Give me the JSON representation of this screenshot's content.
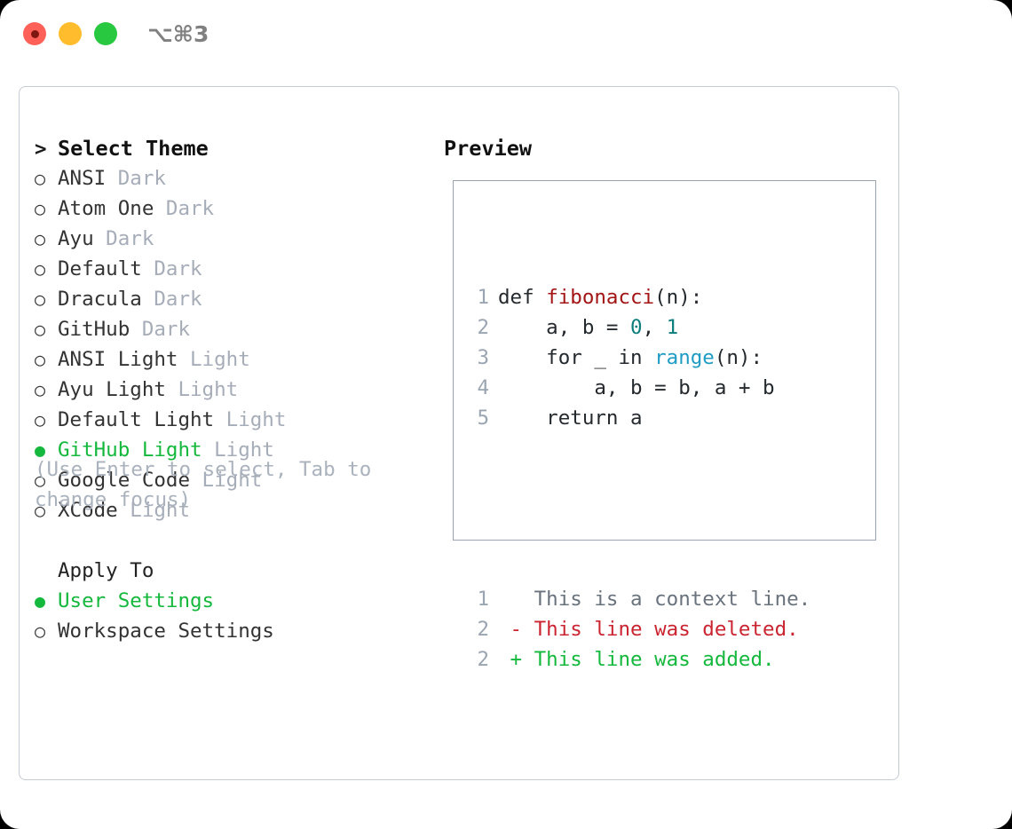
{
  "titlebar": {
    "shortcut": "⌥⌘3",
    "buttons": [
      {
        "name": "close",
        "color": "#ff6159"
      },
      {
        "name": "minimize",
        "color": "#ffbd2e"
      },
      {
        "name": "maximize",
        "color": "#28c840"
      }
    ]
  },
  "theme_picker": {
    "header": {
      "caret": ">",
      "label": "Select Theme"
    },
    "bullet_unselected": "○",
    "bullet_selected": "●",
    "items": [
      {
        "label": "ANSI",
        "tag": "Dark",
        "selected": false
      },
      {
        "label": "Atom One",
        "tag": "Dark",
        "selected": false
      },
      {
        "label": "Ayu",
        "tag": "Dark",
        "selected": false
      },
      {
        "label": "Default",
        "tag": "Dark",
        "selected": false
      },
      {
        "label": "Dracula",
        "tag": "Dark",
        "selected": false
      },
      {
        "label": "GitHub",
        "tag": "Dark",
        "selected": false
      },
      {
        "label": "ANSI Light",
        "tag": "Light",
        "selected": false
      },
      {
        "label": "Ayu Light",
        "tag": "Light",
        "selected": false
      },
      {
        "label": "Default Light",
        "tag": "Light",
        "selected": false
      },
      {
        "label": "GitHub Light",
        "tag": "Light",
        "selected": true
      },
      {
        "label": "Google Code",
        "tag": "Light",
        "selected": false
      },
      {
        "label": "XCode",
        "tag": "Light",
        "selected": false
      }
    ]
  },
  "apply_to": {
    "label": "Apply To",
    "items": [
      {
        "label": "User Settings",
        "selected": true
      },
      {
        "label": "Workspace Settings",
        "selected": false
      }
    ]
  },
  "hint": "(Use Enter to select, Tab to change focus)",
  "preview": {
    "title": "Preview",
    "code_lines": [
      {
        "no": "1",
        "tokens": [
          {
            "text": "def ",
            "type": "kw"
          },
          {
            "text": "fibonacci",
            "type": "fn"
          },
          {
            "text": "(n):",
            "type": "punct"
          }
        ]
      },
      {
        "no": "2",
        "tokens": [
          {
            "text": "    a, b = ",
            "type": "plain"
          },
          {
            "text": "0",
            "type": "num"
          },
          {
            "text": ", ",
            "type": "plain"
          },
          {
            "text": "1",
            "type": "num"
          }
        ]
      },
      {
        "no": "3",
        "tokens": [
          {
            "text": "    for _ in ",
            "type": "kw"
          },
          {
            "text": "range",
            "type": "builtin"
          },
          {
            "text": "(n):",
            "type": "punct"
          }
        ]
      },
      {
        "no": "4",
        "tokens": [
          {
            "text": "        a, b = b, a + b",
            "type": "plain"
          }
        ]
      },
      {
        "no": "5",
        "tokens": [
          {
            "text": "    return a",
            "type": "kw"
          }
        ]
      }
    ],
    "diff_lines": [
      {
        "no": "1",
        "marker": " ",
        "text": "This is a context line.",
        "kind": "context"
      },
      {
        "no": "2",
        "marker": "-",
        "text": "This line was deleted.",
        "kind": "deleted"
      },
      {
        "no": "2",
        "marker": "+",
        "text": "This line was added.",
        "kind": "added"
      }
    ]
  },
  "colors": {
    "accent_green": "#14b83c",
    "muted_gray": "#a6adb8",
    "line_number": "#9aa5b1",
    "panel_border": "#c6ccd5",
    "preview_border": "#9aa5b1",
    "diff_deleted": "#cb2431",
    "diff_added": "#14b83c",
    "syntax_function": "#a31515",
    "syntax_number": "#0a7d7d",
    "syntax_builtin": "#1f9cc4"
  }
}
